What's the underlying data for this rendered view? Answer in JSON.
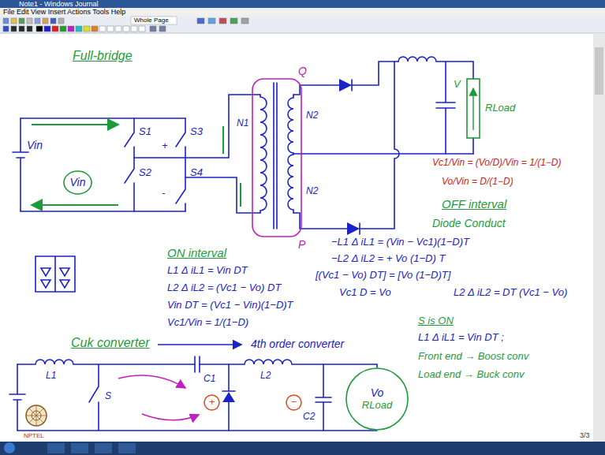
{
  "diagram": {
    "nodes": [
      {
        "text": [
          "Vin"
        ]
      },
      {
        "text": [
          "Vo",
          "RLoad"
        ]
      },
      {
        "text": [
          "+"
        ]
      },
      {
        "text": [
          "−"
        ]
      }
    ],
    "labels": [
      "Note1 - Windows Journal",
      "File Edit View Insert Actions Tools Help",
      "Whole Page",
      "Full-bridge",
      "Vin",
      "S1",
      "S3",
      "S2",
      "S4",
      "+",
      "-",
      "Q",
      "P",
      "N1",
      "N2",
      "N2",
      "V",
      "RLoad",
      "Vc1/Vin = (Vo/D)/Vin = 1/(1−D)",
      "Vo/Vin = D/(1−D)",
      "OFF interval",
      "Diode Conduct",
      "ON interval",
      "L1 Δ iL1 = Vin DT",
      "L2 Δ iL2 = (Vc1 − Vo) DT",
      "Vin DT = (Vc1 − Vin)(1−D)T",
      "Vc1/Vin = 1/(1−D)",
      "−L1 Δ iL1 = (Vin − Vc1)(1−D)T",
      "−L2 Δ iL2 = + Vo (1−D) T",
      "[(Vc1 − Vo) DT] = [Vo (1−D)T]",
      "Vc1 D = Vo",
      "L2 Δ iL2 = DT (Vc1 − Vo)",
      "Cuk converter",
      "4th order converter",
      "S is ON",
      "L1 Δ iL1 = Vin DT ;",
      "Front end → Boost conv",
      "Load end → Buck conv",
      "L1",
      "S",
      "C1",
      "L2",
      "C2",
      "NPTEL",
      "3/3"
    ]
  }
}
